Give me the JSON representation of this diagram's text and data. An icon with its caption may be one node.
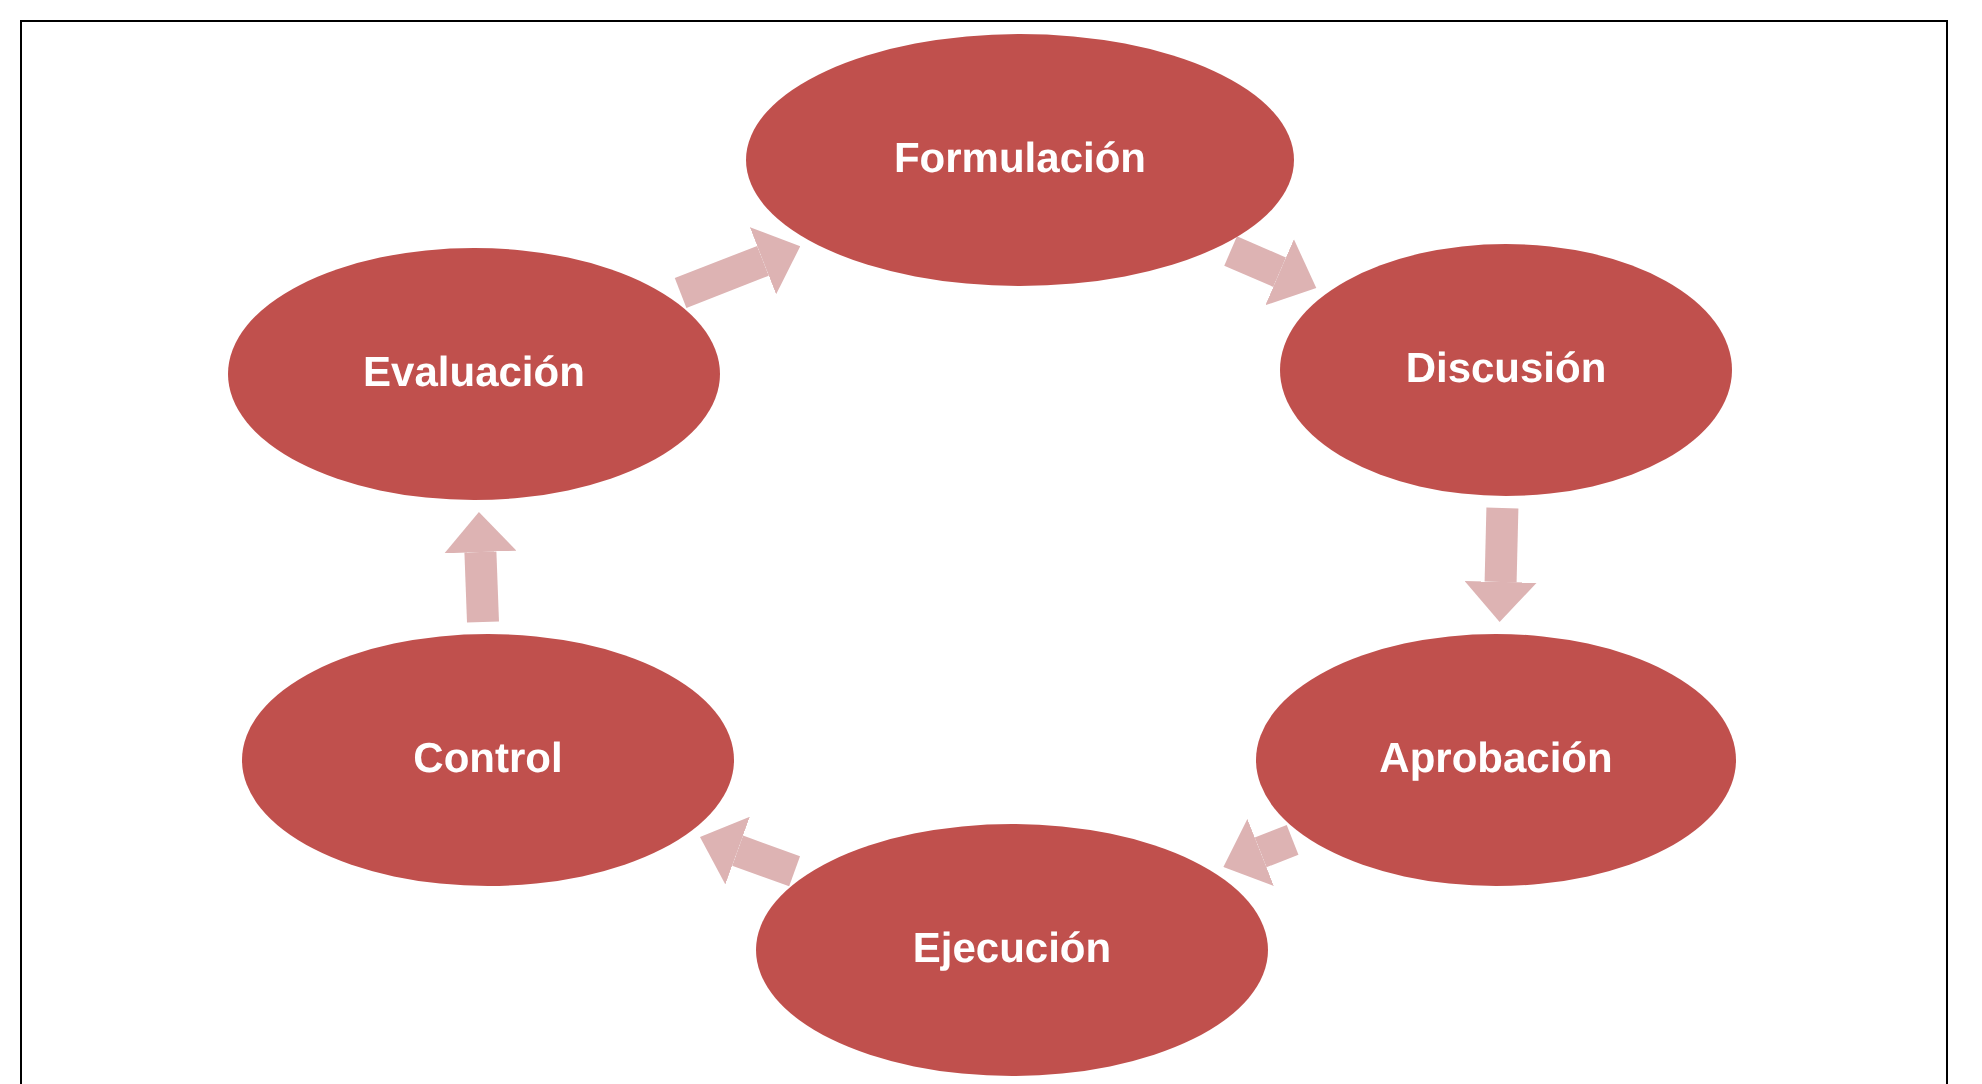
{
  "diagram": {
    "nodes": [
      {
        "text": [
          "Formulación"
        ]
      },
      {
        "text": [
          "Discusión"
        ]
      },
      {
        "text": [
          "Aprobación"
        ]
      },
      {
        "text": [
          "Ejecución"
        ]
      },
      {
        "text": [
          "Control"
        ]
      },
      {
        "text": [
          "Evaluación"
        ]
      }
    ],
    "edges": [
      {
        "from": 0,
        "to": 1,
        "arrow": "to"
      },
      {
        "from": 1,
        "to": 2,
        "arrow": "to"
      },
      {
        "from": 2,
        "to": 3,
        "arrow": "to"
      },
      {
        "from": 3,
        "to": 4,
        "arrow": "to"
      },
      {
        "from": 4,
        "to": 5,
        "arrow": "to"
      },
      {
        "from": 5,
        "to": 0,
        "arrow": "to"
      }
    ]
  }
}
